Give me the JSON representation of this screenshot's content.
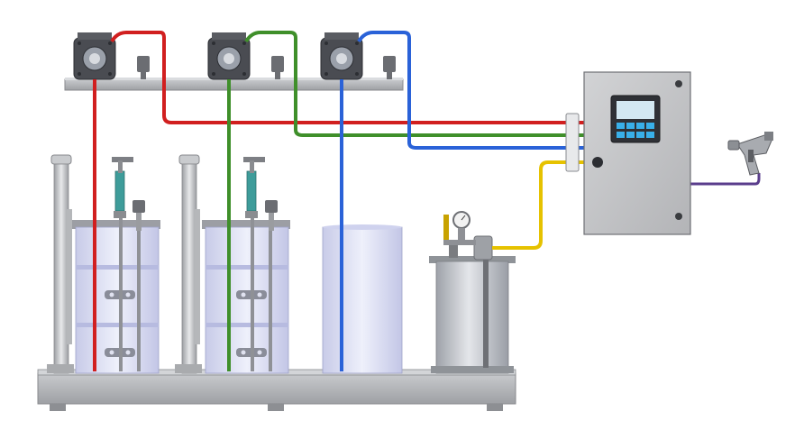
{
  "diagram": {
    "colors": {
      "red_line": "#d11f1f",
      "green_line": "#3f8f2a",
      "blue_line": "#2a62d8",
      "yellow_line": "#e6c200",
      "purple_line": "#5a3d8c",
      "frame": "#a7a9ac",
      "frame_dark": "#7d7f82",
      "drum": "#d9dcf2",
      "drum_band": "#b7bbe0",
      "tank": "#c3c6cc",
      "cabinet": "#c7c8ca",
      "screen": "#39b0e9"
    },
    "components": [
      {
        "id": "pump-red",
        "icon": "diaphragm-pump-icon"
      },
      {
        "id": "pump-green",
        "icon": "diaphragm-pump-icon"
      },
      {
        "id": "pump-blue",
        "icon": "diaphragm-pump-icon"
      },
      {
        "id": "drum-left",
        "icon": "drum-icon"
      },
      {
        "id": "drum-middle",
        "icon": "drum-icon"
      },
      {
        "id": "drum-right",
        "icon": "drum-icon"
      },
      {
        "id": "pressure-tank",
        "icon": "pressure-tank-icon"
      },
      {
        "id": "control-cabinet",
        "icon": "control-panel-icon"
      },
      {
        "id": "spray-gun",
        "icon": "spray-gun-icon"
      }
    ]
  }
}
